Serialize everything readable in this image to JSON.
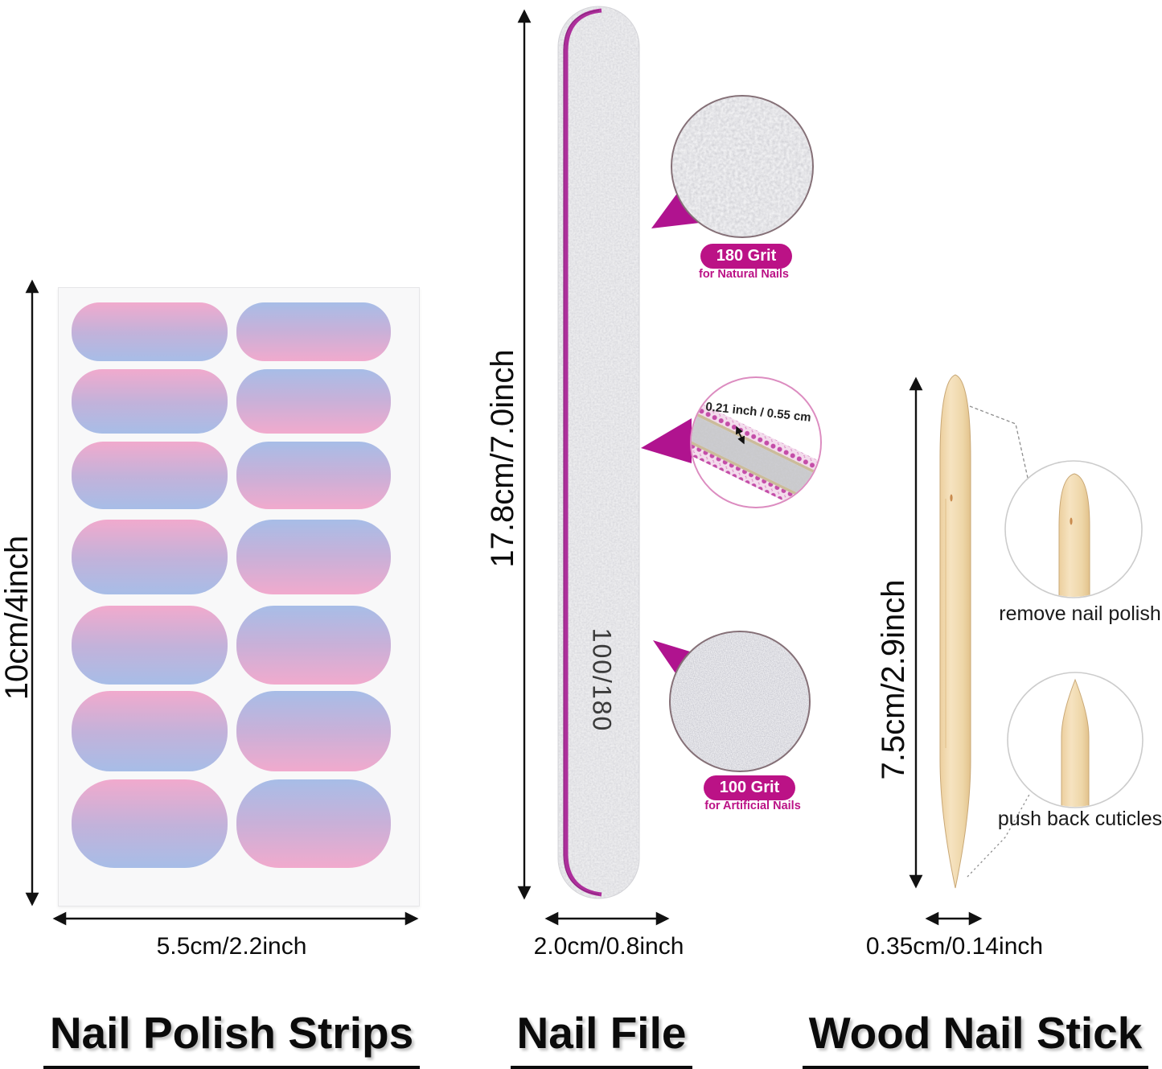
{
  "strips": {
    "title": "Nail Polish Strips",
    "height_label": "10cm/4inch",
    "width_label": "5.5cm/2.2inch",
    "count": 14,
    "columns": 2,
    "rows": 7,
    "gradient_left": "pink-to-blue",
    "gradient_right": "blue-to-pink"
  },
  "file": {
    "title": "Nail File",
    "height_label": "17.8cm/7.0inch",
    "width_label": "2.0cm/0.8inch",
    "grit_marking": "100/180",
    "thickness_label": "0.21 inch / 0.55 cm",
    "callouts": {
      "natural": {
        "badge": "180 Grit",
        "caption": "for Natural Nails"
      },
      "artificial": {
        "badge": "100 Grit",
        "caption": "for Artificial Nails"
      }
    }
  },
  "stick": {
    "title": "Wood Nail Stick",
    "height_label": "7.5cm/2.9inch",
    "width_label": "0.35cm/0.14inch",
    "callouts": {
      "remove": "remove nail polish",
      "push": "push back cuticles"
    }
  },
  "colors": {
    "accent_magenta": "#bb1286",
    "triangle_magenta": "#b0138f",
    "strip_pink": "#f1aacd",
    "strip_blue": "#a7bde7",
    "wood_light": "#f4e0bc",
    "wood_dark": "#e8cb98",
    "file_gray": "#ededef"
  }
}
